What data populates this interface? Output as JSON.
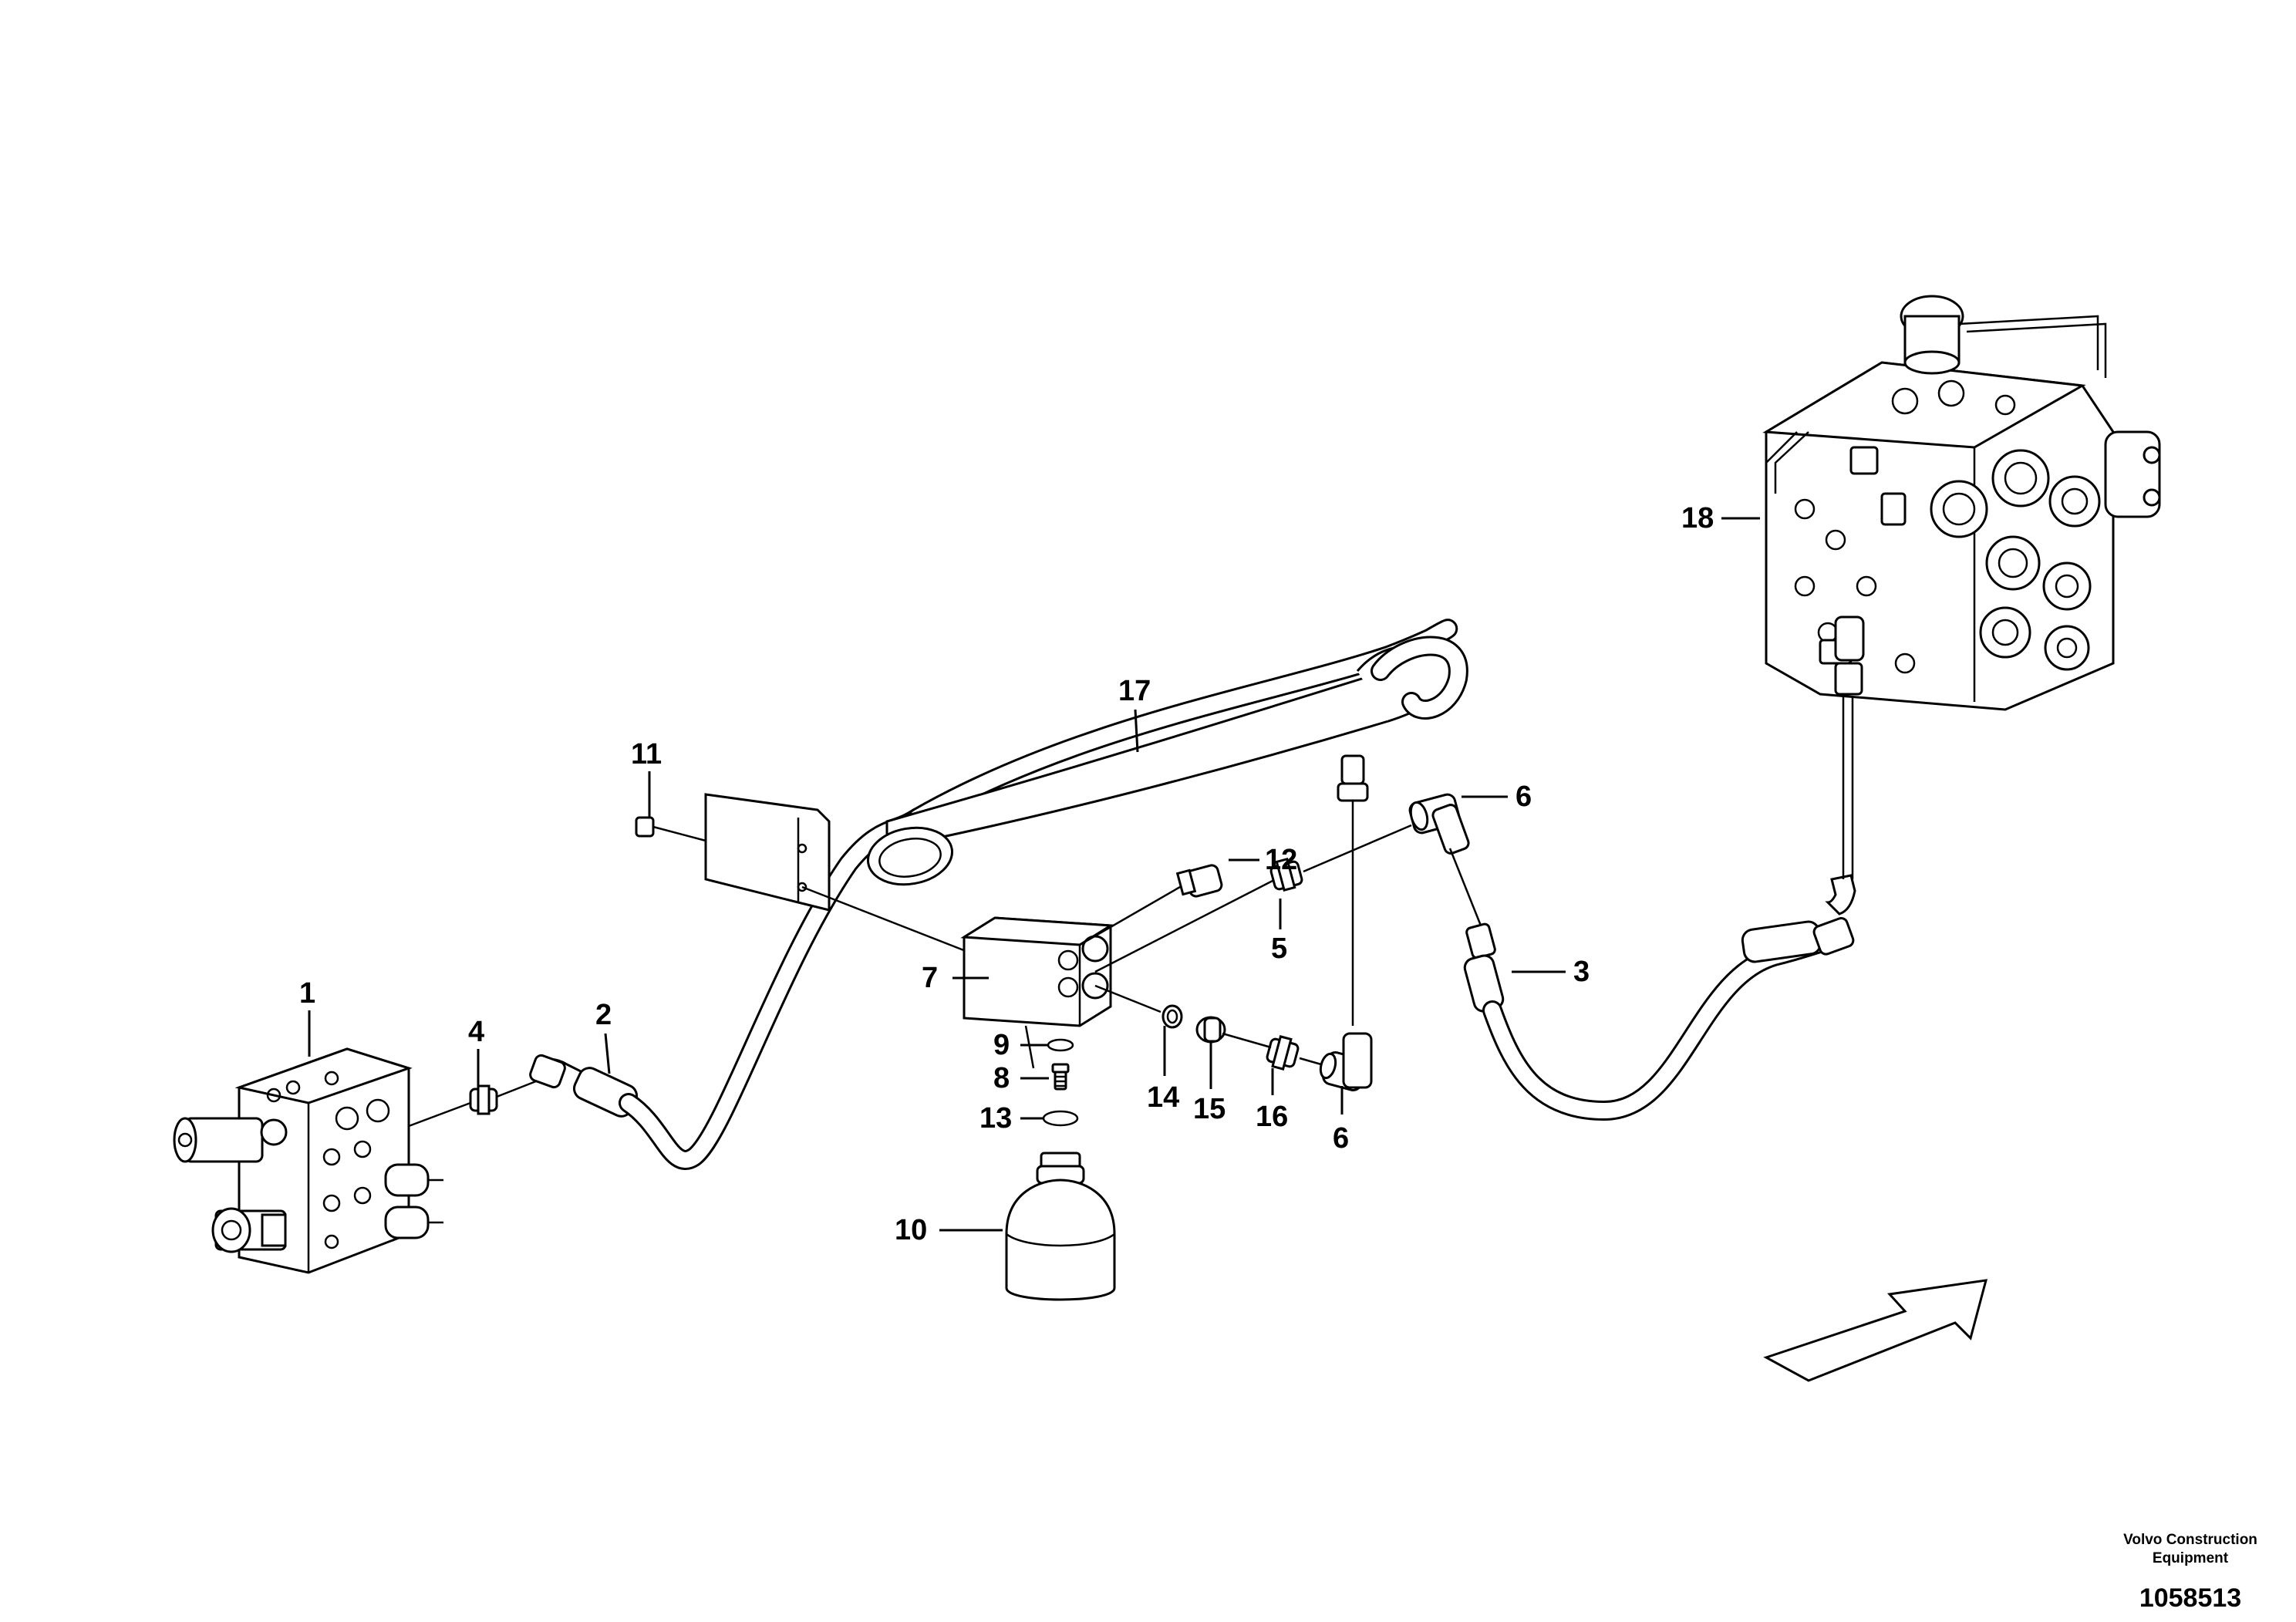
{
  "callouts": {
    "c1": "1",
    "c2": "2",
    "c3": "3",
    "c4": "4",
    "c5": "5",
    "c6a": "6",
    "c6b": "6",
    "c7": "7",
    "c8": "8",
    "c9": "9",
    "c10": "10",
    "c11": "11",
    "c12": "12",
    "c13": "13",
    "c14": "14",
    "c15": "15",
    "c16": "16",
    "c17": "17",
    "c18": "18"
  },
  "footer": {
    "company_line1": "Volvo Construction",
    "company_line2": "Equipment",
    "reference_number": "1058513"
  },
  "colors": {
    "line": "#000000",
    "background": "#ffffff"
  },
  "icons": {
    "direction": "arrow-icon"
  }
}
